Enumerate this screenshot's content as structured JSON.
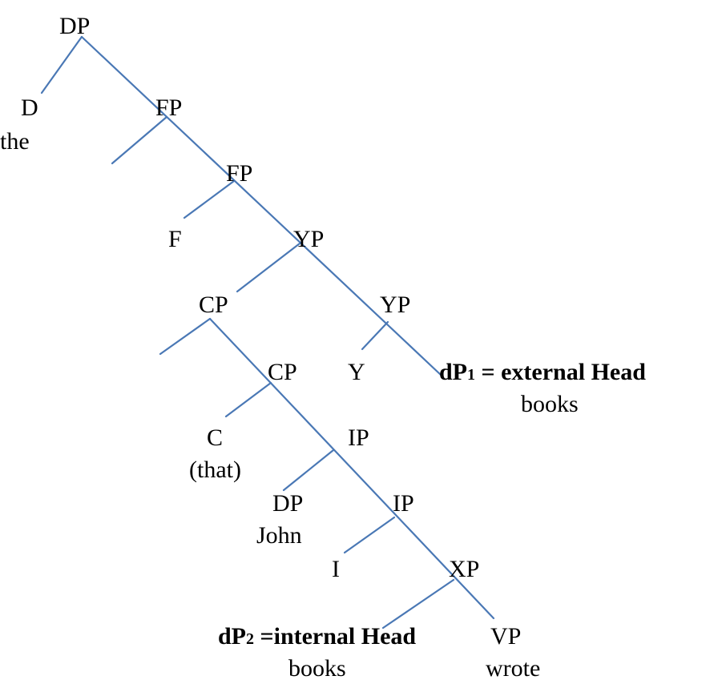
{
  "colors": {
    "branch": "#4a78b5",
    "text": "#000000",
    "background": "#ffffff"
  },
  "nodes": {
    "dp_root": "DP",
    "d": "D",
    "the": "the",
    "fp1": "FP",
    "fp2": "FP",
    "f": "F",
    "yp1": "YP",
    "cp1": "CP",
    "yp2": "YP",
    "y": "Y",
    "cp2": "CP",
    "c": "C",
    "that": "(that)",
    "ip1": "IP",
    "dp_john": "DP",
    "john": "John",
    "ip2": "IP",
    "i": "I",
    "xp": "XP",
    "vp": "VP",
    "wrote": "wrote"
  },
  "external_head": {
    "prefix": "dP",
    "subscript": "1",
    "rest": " = external Head",
    "word": "books"
  },
  "internal_head": {
    "prefix": "dP",
    "subscript": "2",
    "rest": " =internal Head",
    "word": "books"
  }
}
